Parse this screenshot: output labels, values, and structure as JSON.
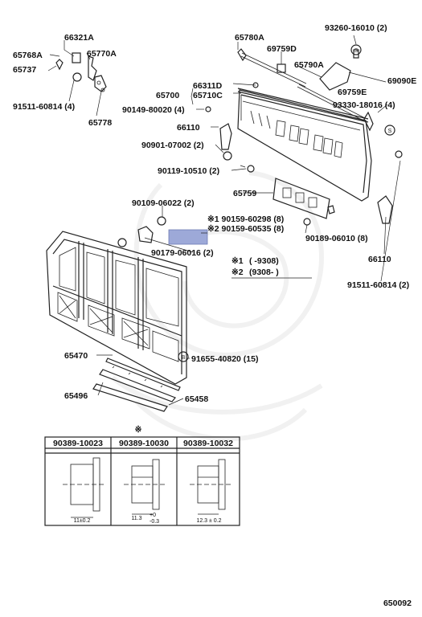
{
  "labels": {
    "p66321A": "66321A",
    "p65768A": "65768A",
    "p65770A": "65770A",
    "p65737": "65737",
    "p91511_60814_left": "91511-60814 (4)",
    "p65778": "65778",
    "p65780A": "65780A",
    "p69759D": "69759D",
    "p93260": "93260-16010 (2)",
    "p65790A": "65790A",
    "p69090E": "69090E",
    "p69759E": "69759E",
    "p66311D": "66311D",
    "p65700": "65700",
    "p65710C": "65710C",
    "p90149": "90149-80020 (4)",
    "p93330": "93330-18016 (4)",
    "p66110_top": "66110",
    "p90901": "90901-07002 (2)",
    "p90119": "90119-10510 (2)",
    "p65759": "65759",
    "p90109": "90109-06022 (2)",
    "p90159_1": "※1 90159-60298 (8)",
    "p90159_2": "※2 90159-60535 (8)",
    "p90189": "90189-06010 (8)",
    "p90179": "90179-06016 (2)",
    "p66110_right": "66110",
    "p91511_60814_right": "91511-60814 (2)",
    "p65470": "65470",
    "p91655": "91655-40820 (15)",
    "p65496": "65496",
    "p65458": "65458",
    "code": "650092"
  },
  "notes": {
    "note1_mark": "※1",
    "note1_text": "(        -9308)",
    "note2_mark": "※2",
    "note2_text": "(9308-        )"
  },
  "table": {
    "mark": "※",
    "columns": [
      "90389-10023",
      "90389-10030",
      "90389-10032"
    ],
    "dims": [
      "11±0.2",
      "11.3",
      "12.3 ± 0.2"
    ],
    "dim2_tol_plus": "+0",
    "dim2_tol_minus": "-0.3"
  },
  "symbols": {
    "S": "S",
    "B": "B"
  }
}
